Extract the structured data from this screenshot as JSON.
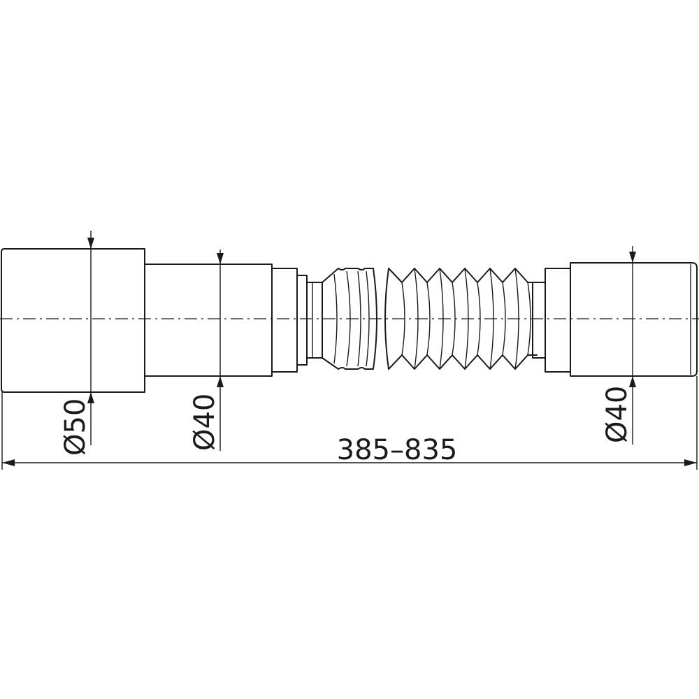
{
  "dimensions": {
    "diameter_left": "Ø50",
    "diameter_middle": "Ø40",
    "diameter_right": "Ø40",
    "length_range": "385–835"
  },
  "colors": {
    "line": "#1a1a1a",
    "background": "#ffffff"
  }
}
